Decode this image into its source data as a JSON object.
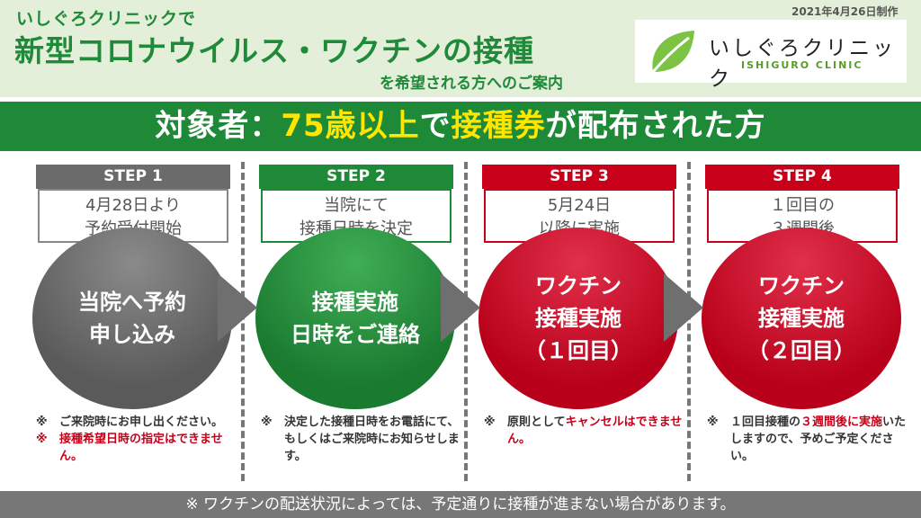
{
  "header": {
    "clinic_intro": "いしぐろクリニックで",
    "title": "新型コロナウイルス・ワクチンの接種",
    "subtitle": "を希望される方へのご案内",
    "date": "2021年4月26日制作"
  },
  "logo": {
    "name_jp": "いしぐろクリニック",
    "name_en": "ISHIGURO CLINIC"
  },
  "banner": {
    "prefix": "対象者：",
    "highlight1": "75歳以上",
    "mid": "で",
    "highlight2": "接種券",
    "suffix": "が配布された方"
  },
  "steps": [
    {
      "label": "STEP 1",
      "box_line1": "4月28日より",
      "box_line2": "予約受付開始",
      "circle_line1": "当院へ予約",
      "circle_line2": "申し込み",
      "circle_line3": "",
      "color": "#666666"
    },
    {
      "label": "STEP 2",
      "box_line1": "当院にて",
      "box_line2": "接種日時を決定",
      "circle_line1": "接種実施",
      "circle_line2": "日時をご連絡",
      "circle_line3": "",
      "color": "#1e8a38"
    },
    {
      "label": "STEP 3",
      "box_line1": "5月24日",
      "box_line2": "以降に実施",
      "circle_line1": "ワクチン",
      "circle_line2": "接種実施",
      "circle_line3": "（１回目）",
      "color": "#c8001a"
    },
    {
      "label": "STEP 4",
      "box_line1": "１回目の",
      "box_line2": "３週間後",
      "circle_line1": "ワクチン",
      "circle_line2": "接種実施",
      "circle_line3": "（２回目）",
      "color": "#c8001a"
    }
  ],
  "notes": {
    "mark": "※",
    "step1_a": "ご来院時にお申し出ください。",
    "step1_b": "接種希望日時の指定はできません。",
    "step2": "決定した接種日時をお電話にて、もしくはご来院時にお知らせします。",
    "step3_pre": "原則として",
    "step3_red": "キャンセルはできません。",
    "step4_pre": "１回目接種の",
    "step4_red": "３週間後に実施",
    "step4_post": "いたしますので、予めご予定ください。"
  },
  "footer": "※ ワクチンの配送状況によっては、予定通りに接種が進まない場合があります。"
}
